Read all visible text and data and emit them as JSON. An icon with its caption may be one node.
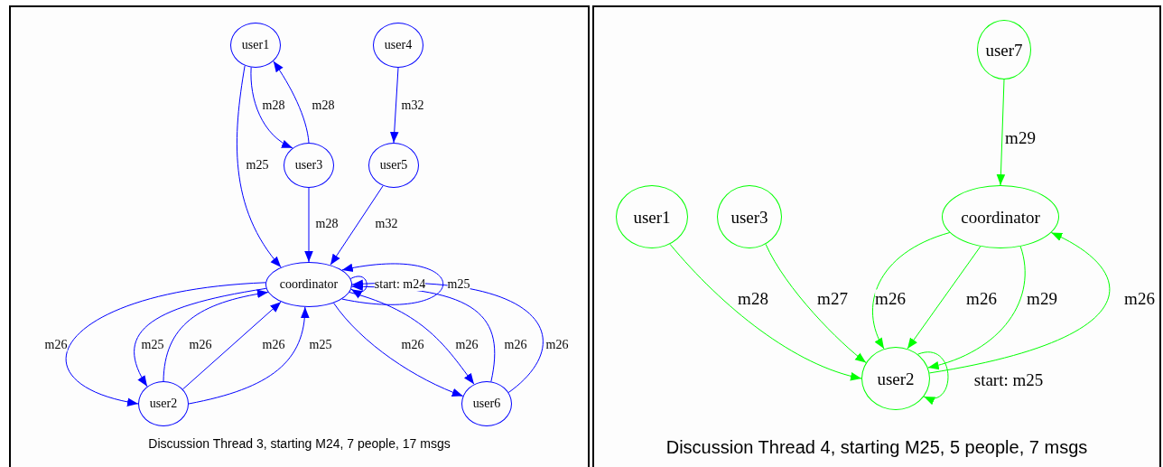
{
  "diagram": {
    "nodes": [
      {
        "text": [
          "Discussion Thread 3, starting M24, 7 people, 17 msgs"
        ]
      },
      {
        "text": [
          "user1"
        ],
        "in": 0
      },
      {
        "text": [
          "user4"
        ],
        "in": 0
      },
      {
        "text": [
          "user3"
        ],
        "in": 0
      },
      {
        "text": [
          "user5"
        ],
        "in": 0
      },
      {
        "text": [
          "coordinator"
        ],
        "in": 0
      },
      {
        "text": [
          "user2"
        ],
        "in": 0
      },
      {
        "text": [
          "user6"
        ],
        "in": 0
      },
      {
        "text": [
          "Discussion Thread 4, starting M25, 5 people, 7 msgs"
        ]
      },
      {
        "text": [
          "user7"
        ],
        "in": 8
      },
      {
        "text": [
          "user1"
        ],
        "in": 8
      },
      {
        "text": [
          "user3"
        ],
        "in": 8
      },
      {
        "text": [
          "coordinator"
        ],
        "in": 8
      },
      {
        "text": [
          "user2"
        ],
        "in": 8
      }
    ],
    "edges": [
      {
        "from": 1,
        "to": 3,
        "arrow": "to",
        "label": "m28"
      },
      {
        "from": 3,
        "to": 1,
        "arrow": "to",
        "label": "m28"
      },
      {
        "from": 2,
        "to": 4,
        "arrow": "to",
        "label": "m32"
      },
      {
        "from": 1,
        "to": 5,
        "arrow": "to",
        "label": "m25"
      },
      {
        "from": 3,
        "to": 5,
        "arrow": "to",
        "label": "m28"
      },
      {
        "from": 4,
        "to": 5,
        "arrow": "to",
        "label": "m32"
      },
      {
        "from": 5,
        "to": 5,
        "arrow": "to",
        "label": "start: m24"
      },
      {
        "from": 5,
        "to": 5,
        "arrow": "to",
        "label": "m25"
      },
      {
        "from": 5,
        "to": 6,
        "arrow": "to",
        "label": "m26"
      },
      {
        "from": 5,
        "to": 6,
        "arrow": "to",
        "label": "m25"
      },
      {
        "from": 6,
        "to": 5,
        "arrow": "to",
        "label": "m26"
      },
      {
        "from": 6,
        "to": 5,
        "arrow": "to",
        "label": "m26"
      },
      {
        "from": 6,
        "to": 5,
        "arrow": "to",
        "label": "m25"
      },
      {
        "from": 5,
        "to": 7,
        "arrow": "to",
        "label": "m26"
      },
      {
        "from": 5,
        "to": 7,
        "arrow": "to",
        "label": "m26"
      },
      {
        "from": 7,
        "to": 5,
        "arrow": "to",
        "label": "m26"
      },
      {
        "from": 7,
        "to": 5,
        "arrow": "to",
        "label": "m26"
      },
      {
        "from": 9,
        "to": 12,
        "arrow": "to",
        "label": "m29",
        "color": "#00ff00"
      },
      {
        "from": 10,
        "to": 13,
        "arrow": "to",
        "label": "m28",
        "color": "#00ff00"
      },
      {
        "from": 11,
        "to": 13,
        "arrow": "to",
        "label": "m27",
        "color": "#00ff00"
      },
      {
        "from": 12,
        "to": 13,
        "arrow": "to",
        "label": "m26",
        "color": "#00ff00"
      },
      {
        "from": 12,
        "to": 13,
        "arrow": "to",
        "label": "m26",
        "color": "#00ff00"
      },
      {
        "from": 12,
        "to": 13,
        "arrow": "to",
        "label": "m29",
        "color": "#00ff00"
      },
      {
        "from": 13,
        "to": 12,
        "arrow": "to",
        "label": "m26",
        "color": "#00ff00"
      },
      {
        "from": 13,
        "to": 13,
        "arrow": "to",
        "label": "start: m25",
        "color": "#00ff00"
      }
    ]
  }
}
